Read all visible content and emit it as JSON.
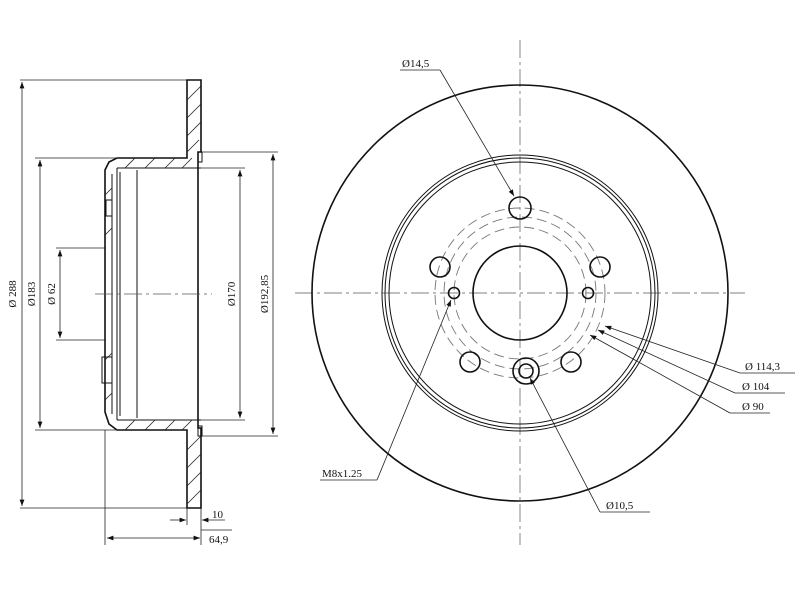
{
  "side_view": {
    "dims": {
      "outer_diameter": "Ø 288",
      "hat_diameter": "Ø183",
      "center_bore": "Ø 62",
      "inner_diameter": "Ø170",
      "ring_inner_diameter": "Ø192,85",
      "thickness": "10",
      "height": "64,9"
    }
  },
  "front_view": {
    "labels": {
      "stud_hole": "Ø14,5",
      "pcd_outer": "Ø 114,3",
      "pcd_mid": "Ø 104",
      "pcd_inner": "Ø 90",
      "thread": "M8x1.25",
      "locator_hole": "Ø10,5"
    }
  }
}
